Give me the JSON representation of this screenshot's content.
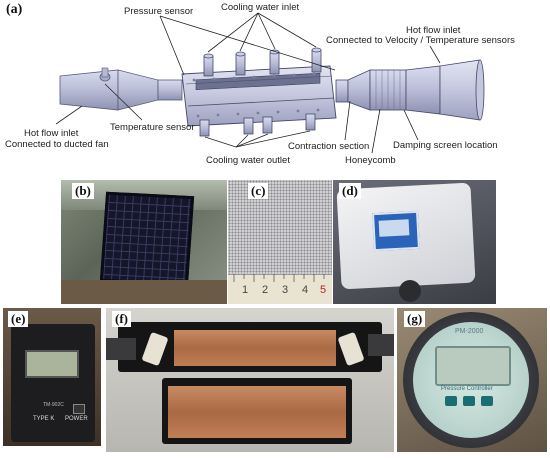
{
  "panel_a": {
    "label": "(a)",
    "annotations": {
      "pressure_sensor": "Pressure sensor",
      "cooling_water_inlet": "Cooling water inlet",
      "hot_flow_inlet_right_1": "Hot flow inlet",
      "hot_flow_inlet_right_2": "Connected to Velocity / Temperature sensors",
      "hot_flow_inlet_left_1": "Hot flow inlet",
      "hot_flow_inlet_left_2": "Connected to ducted fan",
      "temperature_sensor": "Temperature sensor",
      "contraction_section": "Contraction section",
      "damping_screen_location": "Damping screen location",
      "honeycomb": "Honeycomb",
      "cooling_water_outlet": "Cooling water outlet"
    }
  },
  "panel_b": {
    "label": "(b)"
  },
  "panel_c": {
    "label": "(c)",
    "ruler_numbers": [
      "1",
      "2",
      "3",
      "4",
      "5"
    ]
  },
  "panel_d": {
    "label": "(d)"
  },
  "panel_e": {
    "label": "(e)",
    "meter_text_1": "TM-902C",
    "meter_text_2": "TYPE K",
    "meter_text_3": "POWER"
  },
  "panel_f": {
    "label": "(f)"
  },
  "panel_g": {
    "label": "(g)",
    "gauge_text": "PM-2000",
    "gauge_caption": "Pressure Controller"
  }
}
